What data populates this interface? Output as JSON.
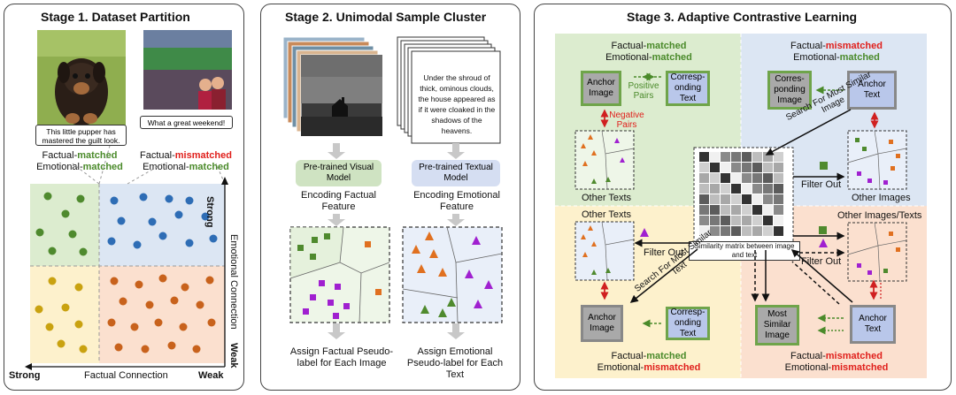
{
  "stage1": {
    "title": "Stage 1.  Dataset Partition",
    "caption_left": "This little pupper has mastered the guilt look.",
    "caption_right": "What a great weekend!",
    "left_label_a": "Factual-",
    "left_label_a_hl": "matched",
    "left_label_b": "Emotional-",
    "left_label_b_hl": "matched",
    "right_label_a": "Factual-",
    "right_label_a_hl": "mismatched",
    "right_label_b": "Emotional-",
    "right_label_b_hl": "matched",
    "axis_x_title": "Factual Connection",
    "axis_x_left": "Strong",
    "axis_x_right": "Weak",
    "axis_y_title": "Emotional Connection",
    "axis_y_top": "Strong",
    "axis_y_bottom": "Weak"
  },
  "stage2": {
    "title": "Stage 2.  Unimodal Sample Cluster",
    "text_doc": "Under the shroud of thick, ominous clouds, the house appeared as if it were cloaked in the shadows of the heavens.",
    "visual_model": "Pre-trained Visual Model",
    "textual_model": "Pre-trained Textual Model",
    "encode_left": "Encoding Factual Feature",
    "encode_right": "Encoding Emotional Feature",
    "assign_left": "Assign Factual Pseudo-label for Each Image",
    "assign_right": "Assign Emotional Pseudo-label for Each Text"
  },
  "stage3": {
    "title": "Stage 3.  Adaptive Contrastive Learning",
    "q1_a": "Factual-",
    "q1_a_hl": "matched",
    "q1_b": "Emotional-",
    "q1_b_hl": "matched",
    "q2_a": "Factual-",
    "q2_a_hl": "mismatched",
    "q2_b": "Emotional-",
    "q2_b_hl": "matched",
    "q3_a": "Factual-",
    "q3_a_hl": "matched",
    "q3_b": "Emotional-",
    "q3_b_hl": "mismatched",
    "q4_a": "Factual-",
    "q4_a_hl": "mismatched",
    "q4_b": "Emotional-",
    "q4_b_hl": "mismatched",
    "anchor_image": "Anchor Image",
    "anchor_text": "Anchor Text",
    "corresponding_text": "Corresp-onding Text",
    "corresponding_image": "Corres-ponding Image",
    "most_similar_image": "Most Similar Image",
    "positive_pairs": "Positive Pairs",
    "negative_pairs": "Negative Pairs",
    "search_image": "Search For Most Similar Image",
    "search_text": "Search For Most Similar Text",
    "other_texts": "Other Texts",
    "other_images": "Other Images",
    "other_images_texts": "Other Images/Texts",
    "filter_out": "Filter Out",
    "similarity_matrix": "Similarity matrix between image and text"
  },
  "colors": {
    "green_region": "#dceccf",
    "blue_region": "#dce6f3",
    "yellow_region": "#fdf1cc",
    "peach_region": "#fbe0cf",
    "green_dot": "#4f8a2e",
    "blue_dot": "#2e6db5",
    "yellow_dot": "#c9a210",
    "orange_dot": "#c8621c",
    "purple": "#a020d0",
    "matched": "#4a8a2a",
    "mismatched": "#e0201c"
  }
}
